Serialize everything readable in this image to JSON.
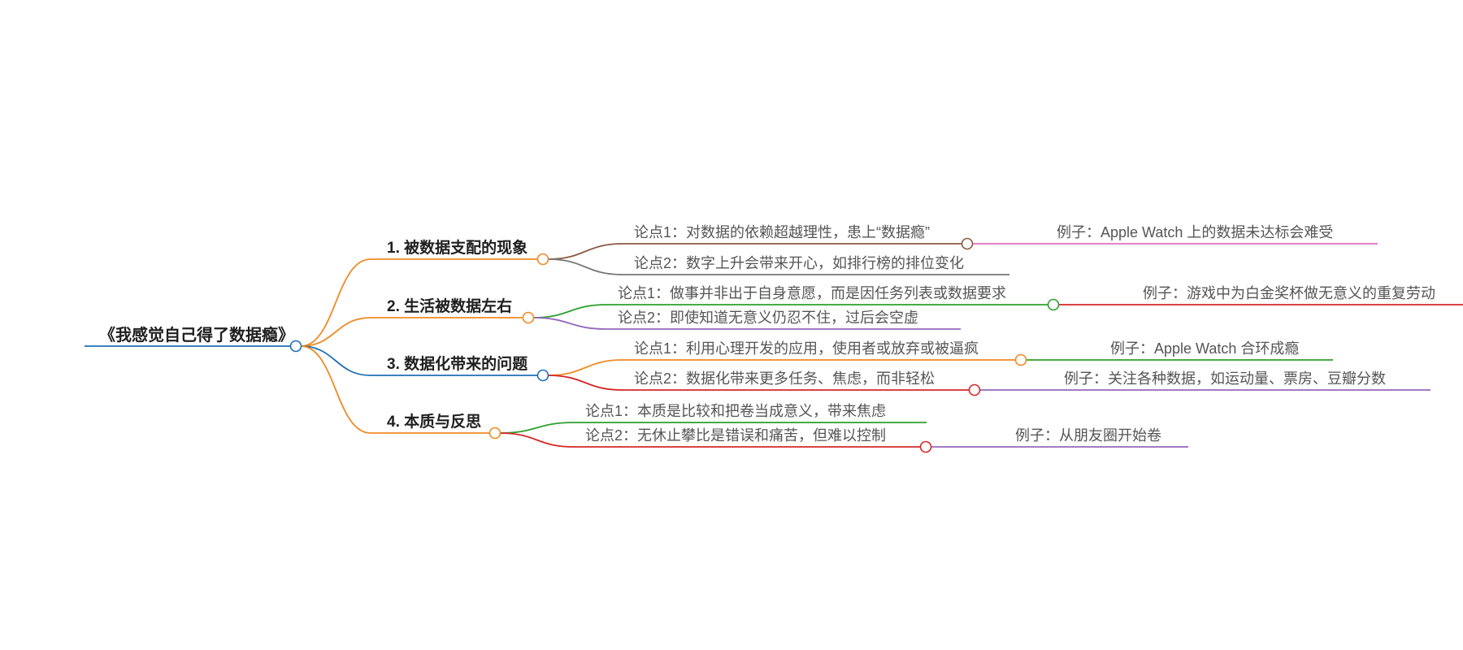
{
  "root": {
    "title": "《我感觉自己得了数据瘾》",
    "color": "#1f6fb5"
  },
  "branches": [
    {
      "title": "1. 被数据支配的现象",
      "color": "#f08a24",
      "points": [
        {
          "text": "论点1：对数据的依赖超越理性，患上“数据瘾”",
          "color": "#8b5a44",
          "example": {
            "text": "例子：Apple Watch 上的数据未达标会难受",
            "color": "#e36fbf"
          }
        },
        {
          "text": "论点2：数字上升会带来开心，如排行榜的排位变化",
          "color": "#777777"
        }
      ]
    },
    {
      "title": "2. 生活被数据左右",
      "color": "#f08a24",
      "points": [
        {
          "text": "论点1：做事并非出于自身意愿，而是因任务列表或数据要求",
          "color": "#2ca02c",
          "example": {
            "text": "例子：游戏中为白金奖杯做无意义的重复劳动",
            "color": "#d62728"
          }
        },
        {
          "text": "论点2：即使知道无意义仍忍不住，过后会空虚",
          "color": "#9467bd"
        }
      ]
    },
    {
      "title": "3. 数据化带来的问题",
      "color": "#1f6fb5",
      "points": [
        {
          "text": "论点1：利用心理开发的应用，使用者或放弃或被逼疯",
          "color": "#f08a24",
          "example": {
            "text": "例子：Apple Watch 合环成瘾",
            "color": "#2ca02c"
          }
        },
        {
          "text": "论点2：数据化带来更多任务、焦虑，而非轻松",
          "color": "#d62728",
          "example": {
            "text": "例子：关注各种数据，如运动量、票房、豆瓣分数",
            "color": "#9467bd"
          }
        }
      ]
    },
    {
      "title": "4. 本质与反思",
      "color": "#f08a24",
      "points": [
        {
          "text": "论点1：本质是比较和把卷当成意义，带来焦虑",
          "color": "#2ca02c"
        },
        {
          "text": "论点2：无休止攀比是错误和痛苦，但难以控制",
          "color": "#d62728",
          "example": {
            "text": "例子：从朋友圈开始卷",
            "color": "#9467bd"
          }
        }
      ]
    }
  ]
}
